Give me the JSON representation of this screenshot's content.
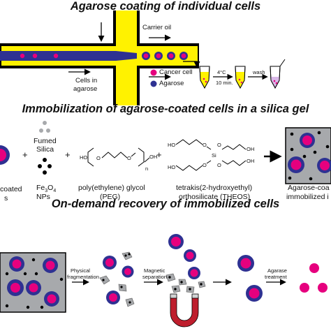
{
  "sections": {
    "s1_title": "Agarose coating of individual cells",
    "s2_title": "Immobilization of agarose-coated cells in a silica gel",
    "s3_title": "On-demand recovery of immobilized cells"
  },
  "s1": {
    "carrier_oil": "Carrier oil",
    "cells_in_agarose_1": "Cells in",
    "cells_in_agarose_2": "agarose",
    "legend_cancer": "Cancer cell",
    "legend_agarose": "Agarose",
    "temp": "4°C",
    "time": "10 min.",
    "wash": "wash"
  },
  "s2": {
    "left_cut_1": "coated",
    "left_cut_2": "s",
    "fumed_1": "Fumed",
    "fumed_2": "Silica",
    "fe_main": "Fe",
    "fe_sub1": "3",
    "fe_o": "O",
    "fe_sub2": "4",
    "nps": "NPs",
    "peg_1": "poly(ethylene) glycol",
    "peg_2": "(PEG)",
    "peg_ho": "HO",
    "peg_oh": "OH",
    "peg_o": "O",
    "peg_n": "n",
    "theos_1": "tetrakis(2-hydroxyethyl)",
    "theos_2": "orthosilicate (THEOS)",
    "theos_si": "Si",
    "right_cut_1": "Agarose-coa",
    "right_cut_2": "immobilized i",
    "plus": "+"
  },
  "s3": {
    "step1_1": "Physical",
    "step1_2": "fragmentation",
    "step2_1": "Magnetic",
    "step2_2": "separation",
    "step3_1": "Agarase",
    "step3_2": "treatment"
  },
  "colors": {
    "cancer_cell": "#e6007e",
    "agarose": "#2e3192",
    "channel": "#fff200",
    "gel": "#a7a9ac",
    "magnet": "#be1e2d"
  }
}
